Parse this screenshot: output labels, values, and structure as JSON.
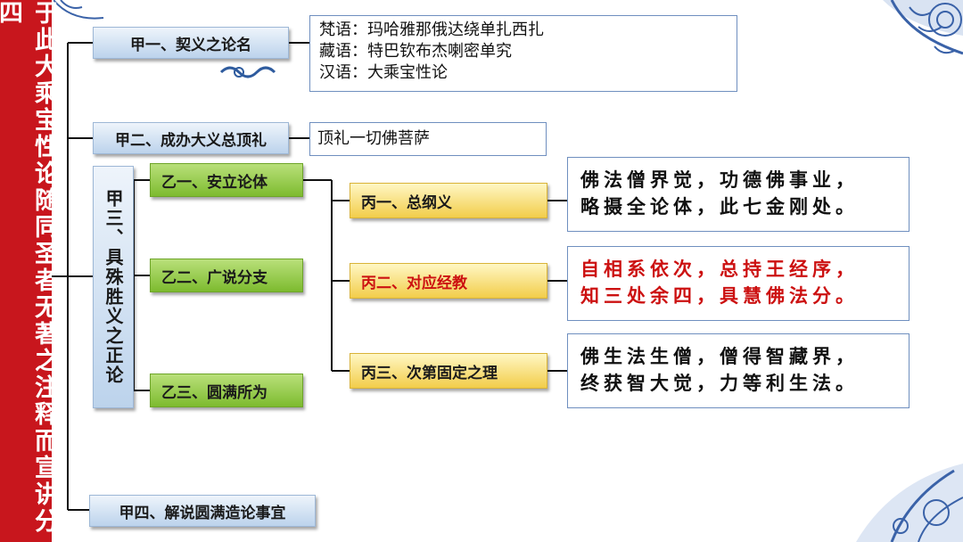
{
  "sidebar": {
    "title": "于此大乘宝性论随同圣者无著之注释而宣讲分四"
  },
  "level1": [
    {
      "label": "甲一、契义之论名"
    },
    {
      "label": "甲二、成办大义总顶礼"
    },
    {
      "label": "甲三、具殊胜义之正论"
    },
    {
      "label": "甲四、解说圆满造论事宜"
    }
  ],
  "title_box": {
    "lines": [
      "梵语：玛哈雅那俄达绕单扎西扎",
      "藏语：特巴钦布杰喇密单究",
      "汉语：大乘宝性论"
    ]
  },
  "homage_box": {
    "text": "顶礼一切佛菩萨"
  },
  "level2": [
    {
      "label": "乙一、安立论体"
    },
    {
      "label": "乙二、广说分支"
    },
    {
      "label": "乙三、圆满所为"
    }
  ],
  "level3": [
    {
      "label": "丙一、总纲义"
    },
    {
      "label": "丙二、对应经教"
    },
    {
      "label": "丙三、次第固定之理"
    }
  ],
  "verses": [
    {
      "line1": "佛法僧界觉，功德佛事业，",
      "line2": "略摄全论体，此七金刚处。"
    },
    {
      "line1": "自相系依次，总持王经序，",
      "line2": "知三处余四，具慧佛法分。"
    },
    {
      "line1": "佛生法生僧，僧得智藏界，",
      "line2": "终获智大觉，力等利生法。"
    }
  ],
  "colors": {
    "sidebar": "#c8161d",
    "highlight_text": "#cc1111",
    "connector": "#111111"
  }
}
